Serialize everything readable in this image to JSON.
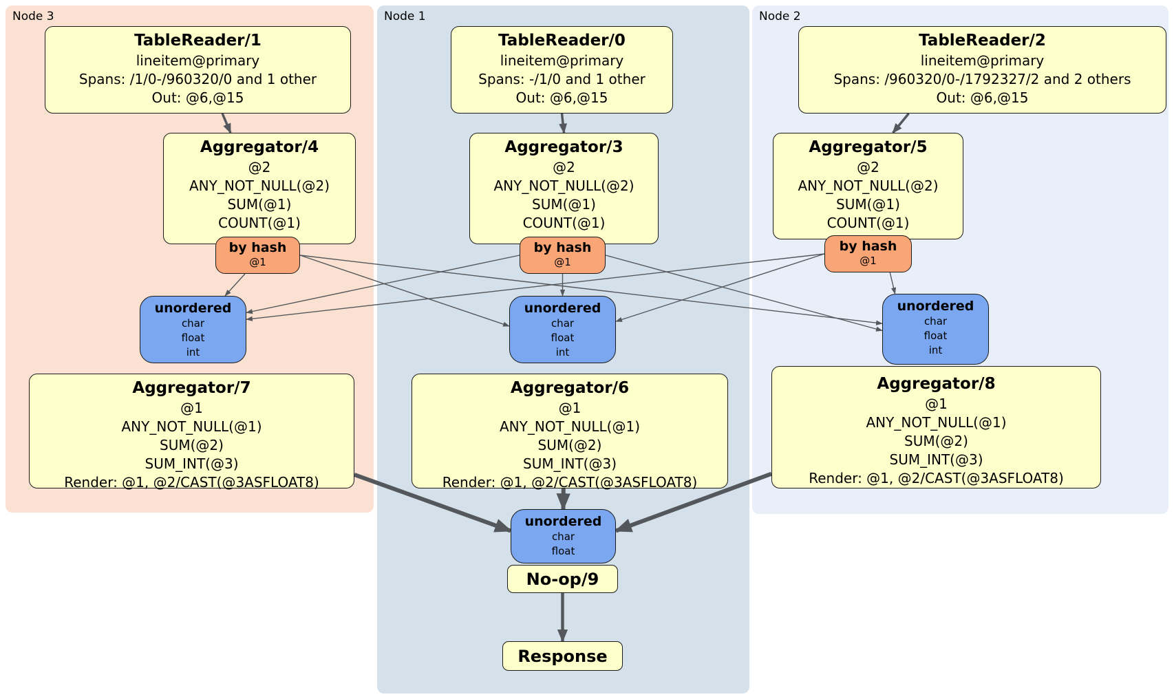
{
  "colors": {
    "processor_fill": "#FFFFCB",
    "router_fill": "#F9A576",
    "sync_fill": "#7AA7F0",
    "node3_bg": "#FBE1D1",
    "node1_bg": "#D4E1EA",
    "node2_bg": "#E9EFF8",
    "edge_color": "#54585C",
    "box_border": "#1A1A1A"
  },
  "node_groups": [
    {
      "id": "node3",
      "label": "Node 3"
    },
    {
      "id": "node1",
      "label": "Node 1"
    },
    {
      "id": "node2",
      "label": "Node 2"
    }
  ],
  "boxes": {
    "tr1": {
      "title": "TableReader/1",
      "lines": [
        "lineitem@primary",
        "Spans: /1/0-/960320/0 and 1 other",
        "Out: @6,@15"
      ]
    },
    "agg4": {
      "title": "Aggregator/4",
      "lines": [
        "@2",
        "ANY_NOT_NULL(@2)",
        "SUM(@1)",
        "COUNT(@1)"
      ]
    },
    "r4": {
      "title": "by hash",
      "lines": [
        "@1"
      ]
    },
    "s7": {
      "title": "unordered",
      "lines": [
        "char",
        "float",
        "int"
      ]
    },
    "agg7": {
      "title": "Aggregator/7",
      "lines": [
        "@1",
        "ANY_NOT_NULL(@1)",
        "SUM(@2)",
        "SUM_INT(@3)",
        "Render: @1, @2/CAST(@3ASFLOAT8)"
      ]
    },
    "tr0": {
      "title": "TableReader/0",
      "lines": [
        "lineitem@primary",
        "Spans: -/1/0 and 1 other",
        "Out: @6,@15"
      ]
    },
    "agg3": {
      "title": "Aggregator/3",
      "lines": [
        "@2",
        "ANY_NOT_NULL(@2)",
        "SUM(@1)",
        "COUNT(@1)"
      ]
    },
    "r3": {
      "title": "by hash",
      "lines": [
        "@1"
      ]
    },
    "s6": {
      "title": "unordered",
      "lines": [
        "char",
        "float",
        "int"
      ]
    },
    "agg6": {
      "title": "Aggregator/6",
      "lines": [
        "@1",
        "ANY_NOT_NULL(@1)",
        "SUM(@2)",
        "SUM_INT(@3)",
        "Render: @1, @2/CAST(@3ASFLOAT8)"
      ]
    },
    "sF": {
      "title": "unordered",
      "lines": [
        "char",
        "float"
      ]
    },
    "noop9": {
      "title": "No-op/9"
    },
    "response": {
      "title": "Response"
    },
    "tr2": {
      "title": "TableReader/2",
      "lines": [
        "lineitem@primary",
        "Spans: /960320/0-/1792327/2 and 2 others",
        "Out: @6,@15"
      ]
    },
    "agg5": {
      "title": "Aggregator/5",
      "lines": [
        "@2",
        "ANY_NOT_NULL(@2)",
        "SUM(@1)",
        "COUNT(@1)"
      ]
    },
    "r5": {
      "title": "by hash",
      "lines": [
        "@1"
      ]
    },
    "s8": {
      "title": "unordered",
      "lines": [
        "char",
        "float",
        "int"
      ]
    },
    "agg8": {
      "title": "Aggregator/8",
      "lines": [
        "@1",
        "ANY_NOT_NULL(@1)",
        "SUM(@2)",
        "SUM_INT(@3)",
        "Render: @1, @2/CAST(@3ASFLOAT8)"
      ]
    }
  },
  "edges": [
    {
      "from": [
        "processor-tablereader-1",
        "bottom",
        0.58
      ],
      "to": [
        "processor-aggregator-4",
        "top",
        0.35
      ],
      "w": 3.5
    },
    {
      "from": [
        "processor-tablereader-0",
        "bottom",
        0.5
      ],
      "to": [
        "processor-aggregator-3",
        "top",
        0.5
      ],
      "w": 3.5
    },
    {
      "from": [
        "processor-tablereader-2",
        "bottom",
        0.3
      ],
      "to": [
        "processor-aggregator-5",
        "top",
        0.63
      ],
      "w": 3.5
    },
    {
      "from": [
        "router-by-hash-4",
        "bottom",
        0.35
      ],
      "to": [
        "sync-unordered-7",
        "top",
        0.8
      ],
      "w": 1.4
    },
    {
      "from": [
        "router-by-hash-4",
        "right",
        0.5
      ],
      "to": [
        "sync-unordered-6",
        "left",
        0.45
      ],
      "w": 1.4
    },
    {
      "from": [
        "router-by-hash-4",
        "right",
        0.5
      ],
      "to": [
        "sync-unordered-8",
        "left",
        0.42
      ],
      "w": 1.4
    },
    {
      "from": [
        "router-by-hash-3",
        "left",
        0.5
      ],
      "to": [
        "sync-unordered-7",
        "right",
        0.25
      ],
      "w": 1.4
    },
    {
      "from": [
        "router-by-hash-3",
        "bottom",
        0.5
      ],
      "to": [
        "sync-unordered-6",
        "top",
        0.5
      ],
      "w": 1.4
    },
    {
      "from": [
        "router-by-hash-3",
        "right",
        0.5
      ],
      "to": [
        "sync-unordered-8",
        "left",
        0.52
      ],
      "w": 1.4
    },
    {
      "from": [
        "router-by-hash-5",
        "left",
        0.5
      ],
      "to": [
        "sync-unordered-7",
        "right",
        0.35
      ],
      "w": 1.4
    },
    {
      "from": [
        "router-by-hash-5",
        "left",
        0.5
      ],
      "to": [
        "sync-unordered-6",
        "right",
        0.38
      ],
      "w": 1.4
    },
    {
      "from": [
        "router-by-hash-5",
        "bottom",
        0.75
      ],
      "to": [
        "sync-unordered-8",
        "top",
        0.12
      ],
      "w": 1.4
    },
    {
      "from": [
        "processor-aggregator-7",
        "right",
        0.88
      ],
      "to": [
        "sync-unordered-final",
        "left",
        0.4
      ],
      "w": 6
    },
    {
      "from": [
        "processor-aggregator-6",
        "bottom",
        0.48
      ],
      "to": [
        "sync-unordered-final",
        "top",
        0.5
      ],
      "w": 6
    },
    {
      "from": [
        "processor-aggregator-8",
        "left",
        0.88
      ],
      "to": [
        "sync-unordered-final",
        "right",
        0.4
      ],
      "w": 6
    },
    {
      "from": [
        "processor-noop-9",
        "bottom",
        0.5
      ],
      "to": [
        "processor-response",
        "top",
        0.5
      ],
      "w": 4.5
    }
  ]
}
